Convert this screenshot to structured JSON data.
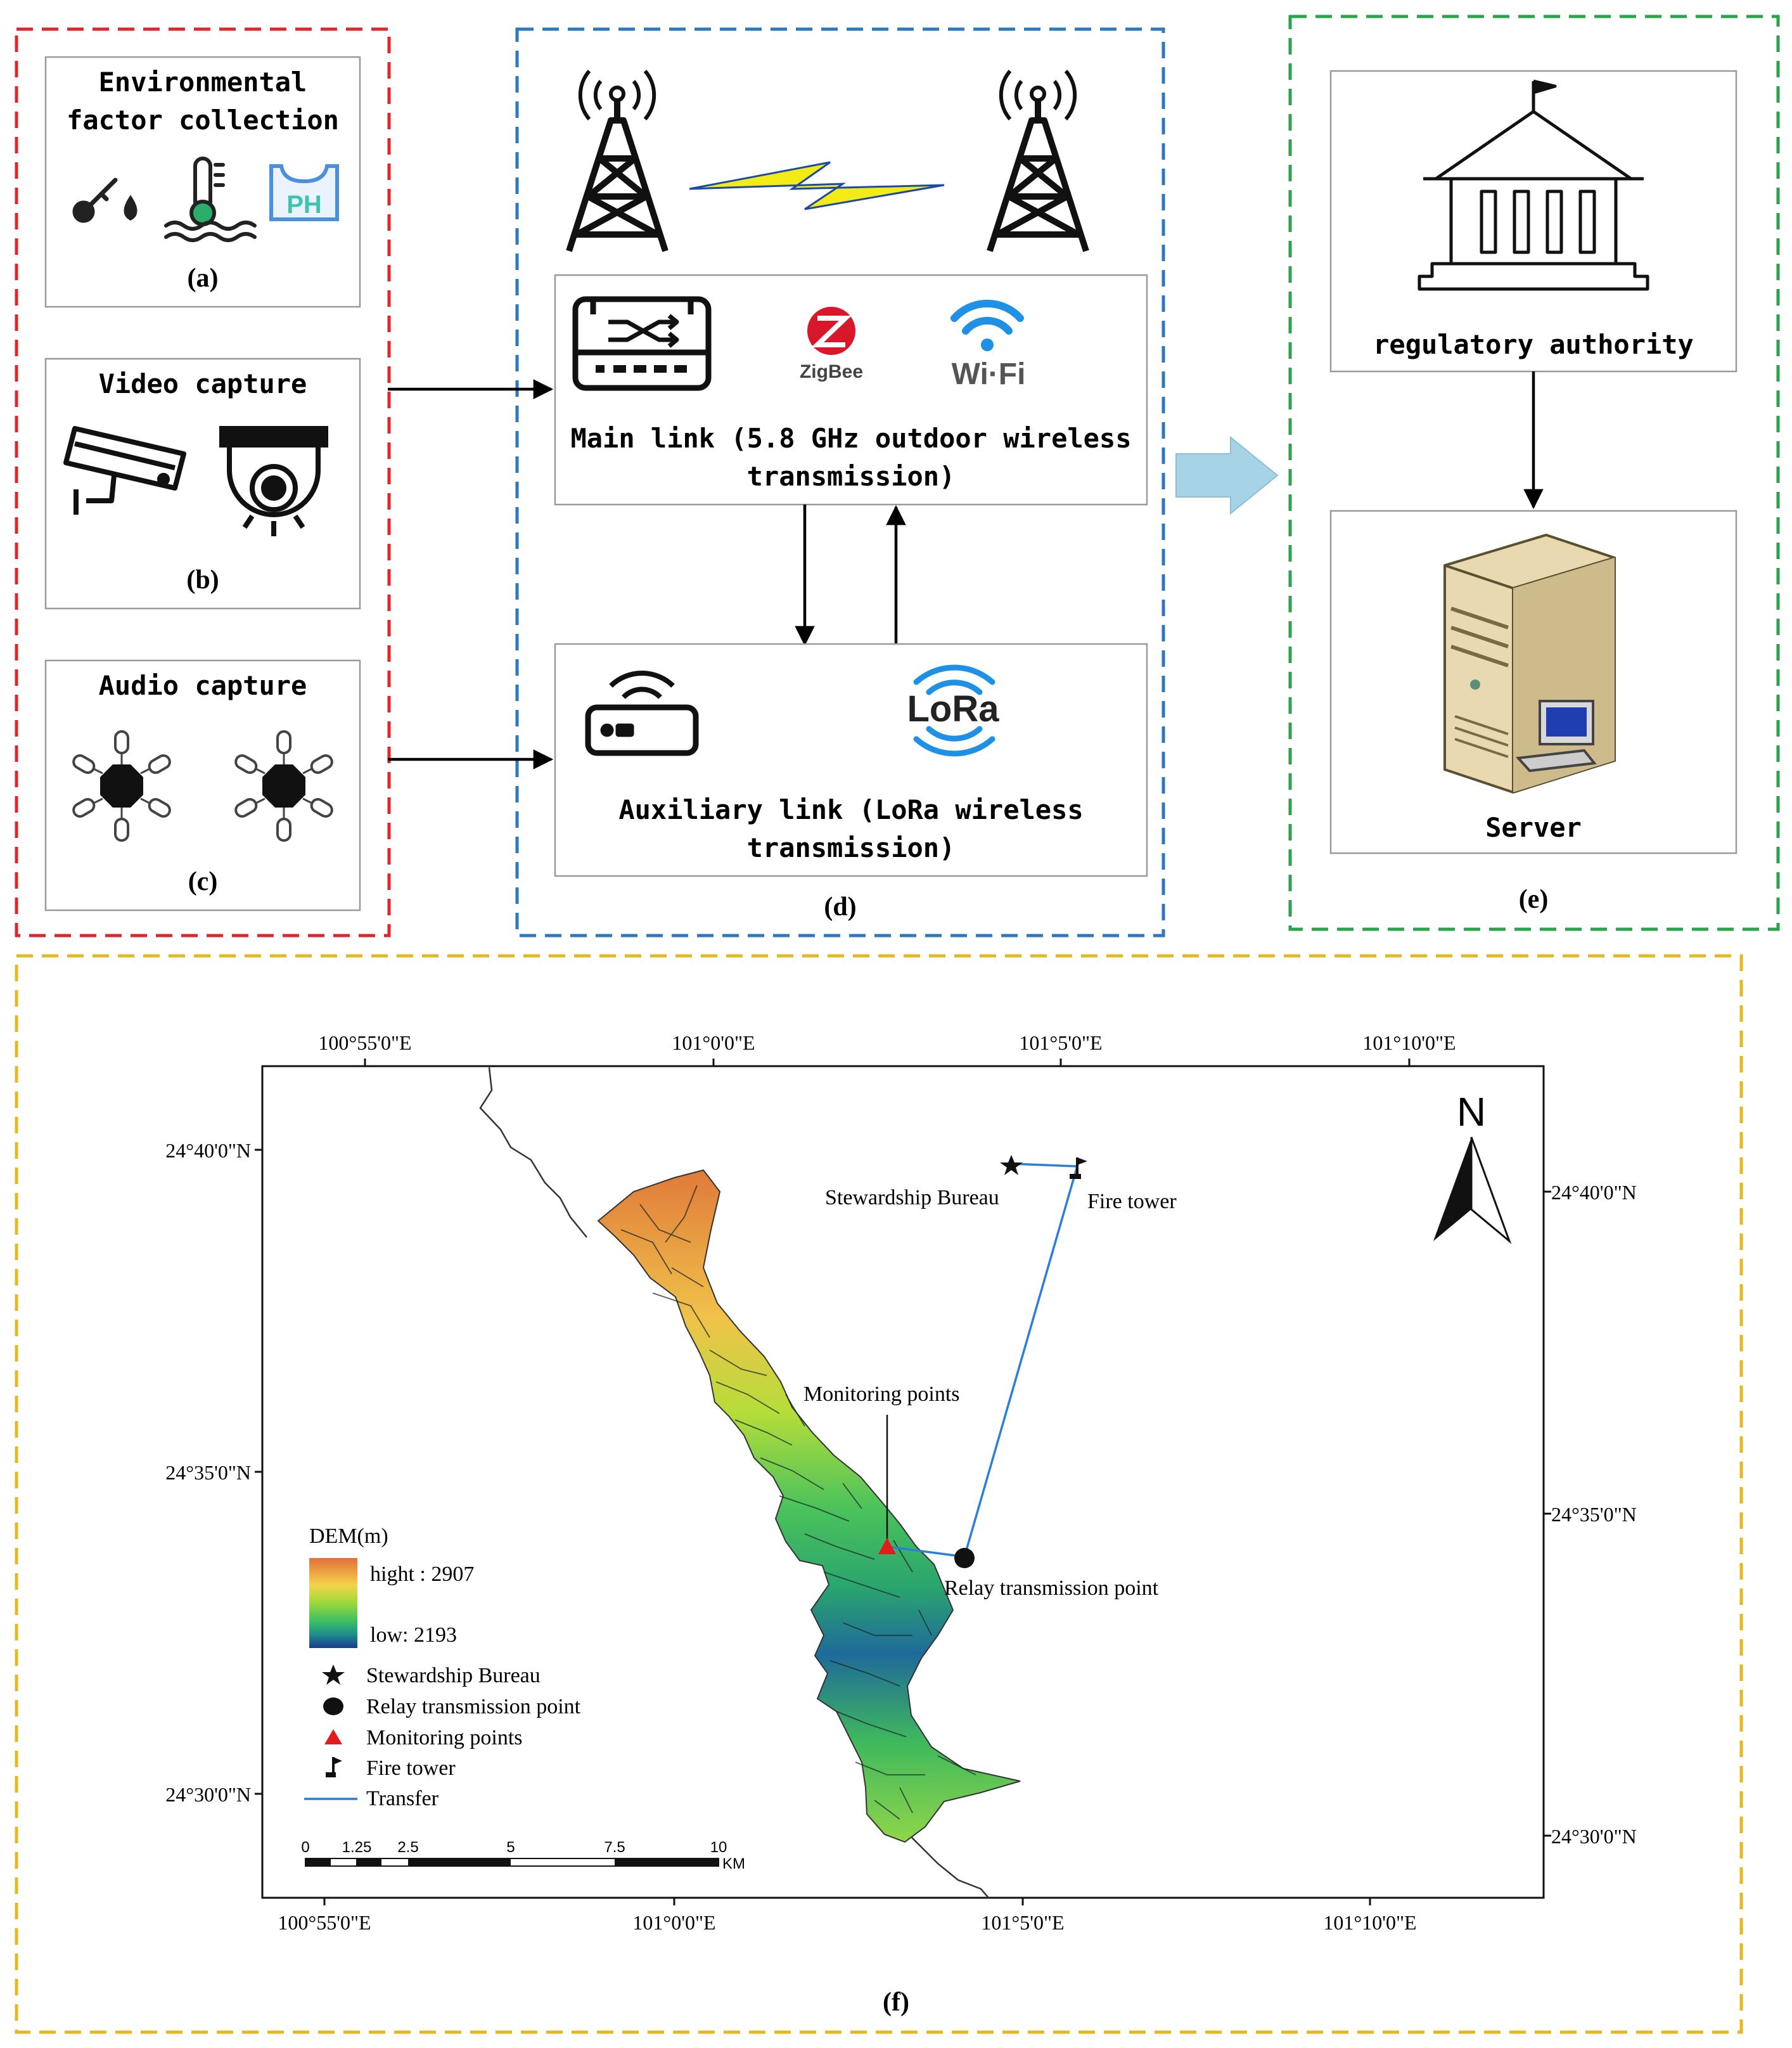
{
  "panels": {
    "a": {
      "title_line1": "Environmental",
      "title_line2": "factor collection",
      "caption": "(a)",
      "ph_text": "PH"
    },
    "b": {
      "title": "Video capture",
      "caption": "(b)"
    },
    "c": {
      "title": "Audio capture",
      "caption": "(c)"
    },
    "d": {
      "caption": "(d)",
      "zigbee_text": "ZigBee",
      "wifi_text": "Wi·Fi",
      "lora_text": "LoRa",
      "main_link_line1": "Main link (5.8 GHz outdoor wireless",
      "main_link_line2": "transmission)",
      "aux_link_line1": "Auxiliary link (LoRa wireless",
      "aux_link_line2": "transmission)"
    },
    "e": {
      "authority_label": "regulatory authority",
      "server_label": "Server",
      "caption": "(e)"
    },
    "f": {
      "caption": "(f)"
    }
  },
  "map": {
    "top_longitudes": [
      "100°55'0\"E",
      "101°0'0\"E",
      "101°5'0\"E",
      "101°10'0\"E"
    ],
    "bottom_longitudes": [
      "100°55'0\"E",
      "101°0'0\"E",
      "101°5'0\"E",
      "101°10'0\"E"
    ],
    "left_latitudes": [
      "24°40'0\"N",
      "24°35'0\"N",
      "24°30'0\"N"
    ],
    "right_latitudes": [
      "24°40'0\"N",
      "24°35'0\"N",
      "24°30'0\"N"
    ],
    "north_label": "N",
    "labels": {
      "stewardship": "Stewardship Bureau",
      "fire_tower": "Fire tower",
      "monitoring": "Monitoring points",
      "relay": "Relay transmission point"
    },
    "legend": {
      "title": "DEM(m)",
      "high": "hight : 2907",
      "low": "low: 2193",
      "items": [
        "Stewardship Bureau",
        "Relay transmission point",
        "Monitoring points",
        "Fire tower",
        "Transfer"
      ]
    },
    "scale": {
      "ticks": [
        "0",
        "1.25",
        "2.5",
        "5",
        "7.5",
        "10"
      ],
      "unit": "KM"
    },
    "colors": {
      "transfer_line": "#2b7fd6",
      "monitoring_point": "#e41a1c"
    }
  }
}
